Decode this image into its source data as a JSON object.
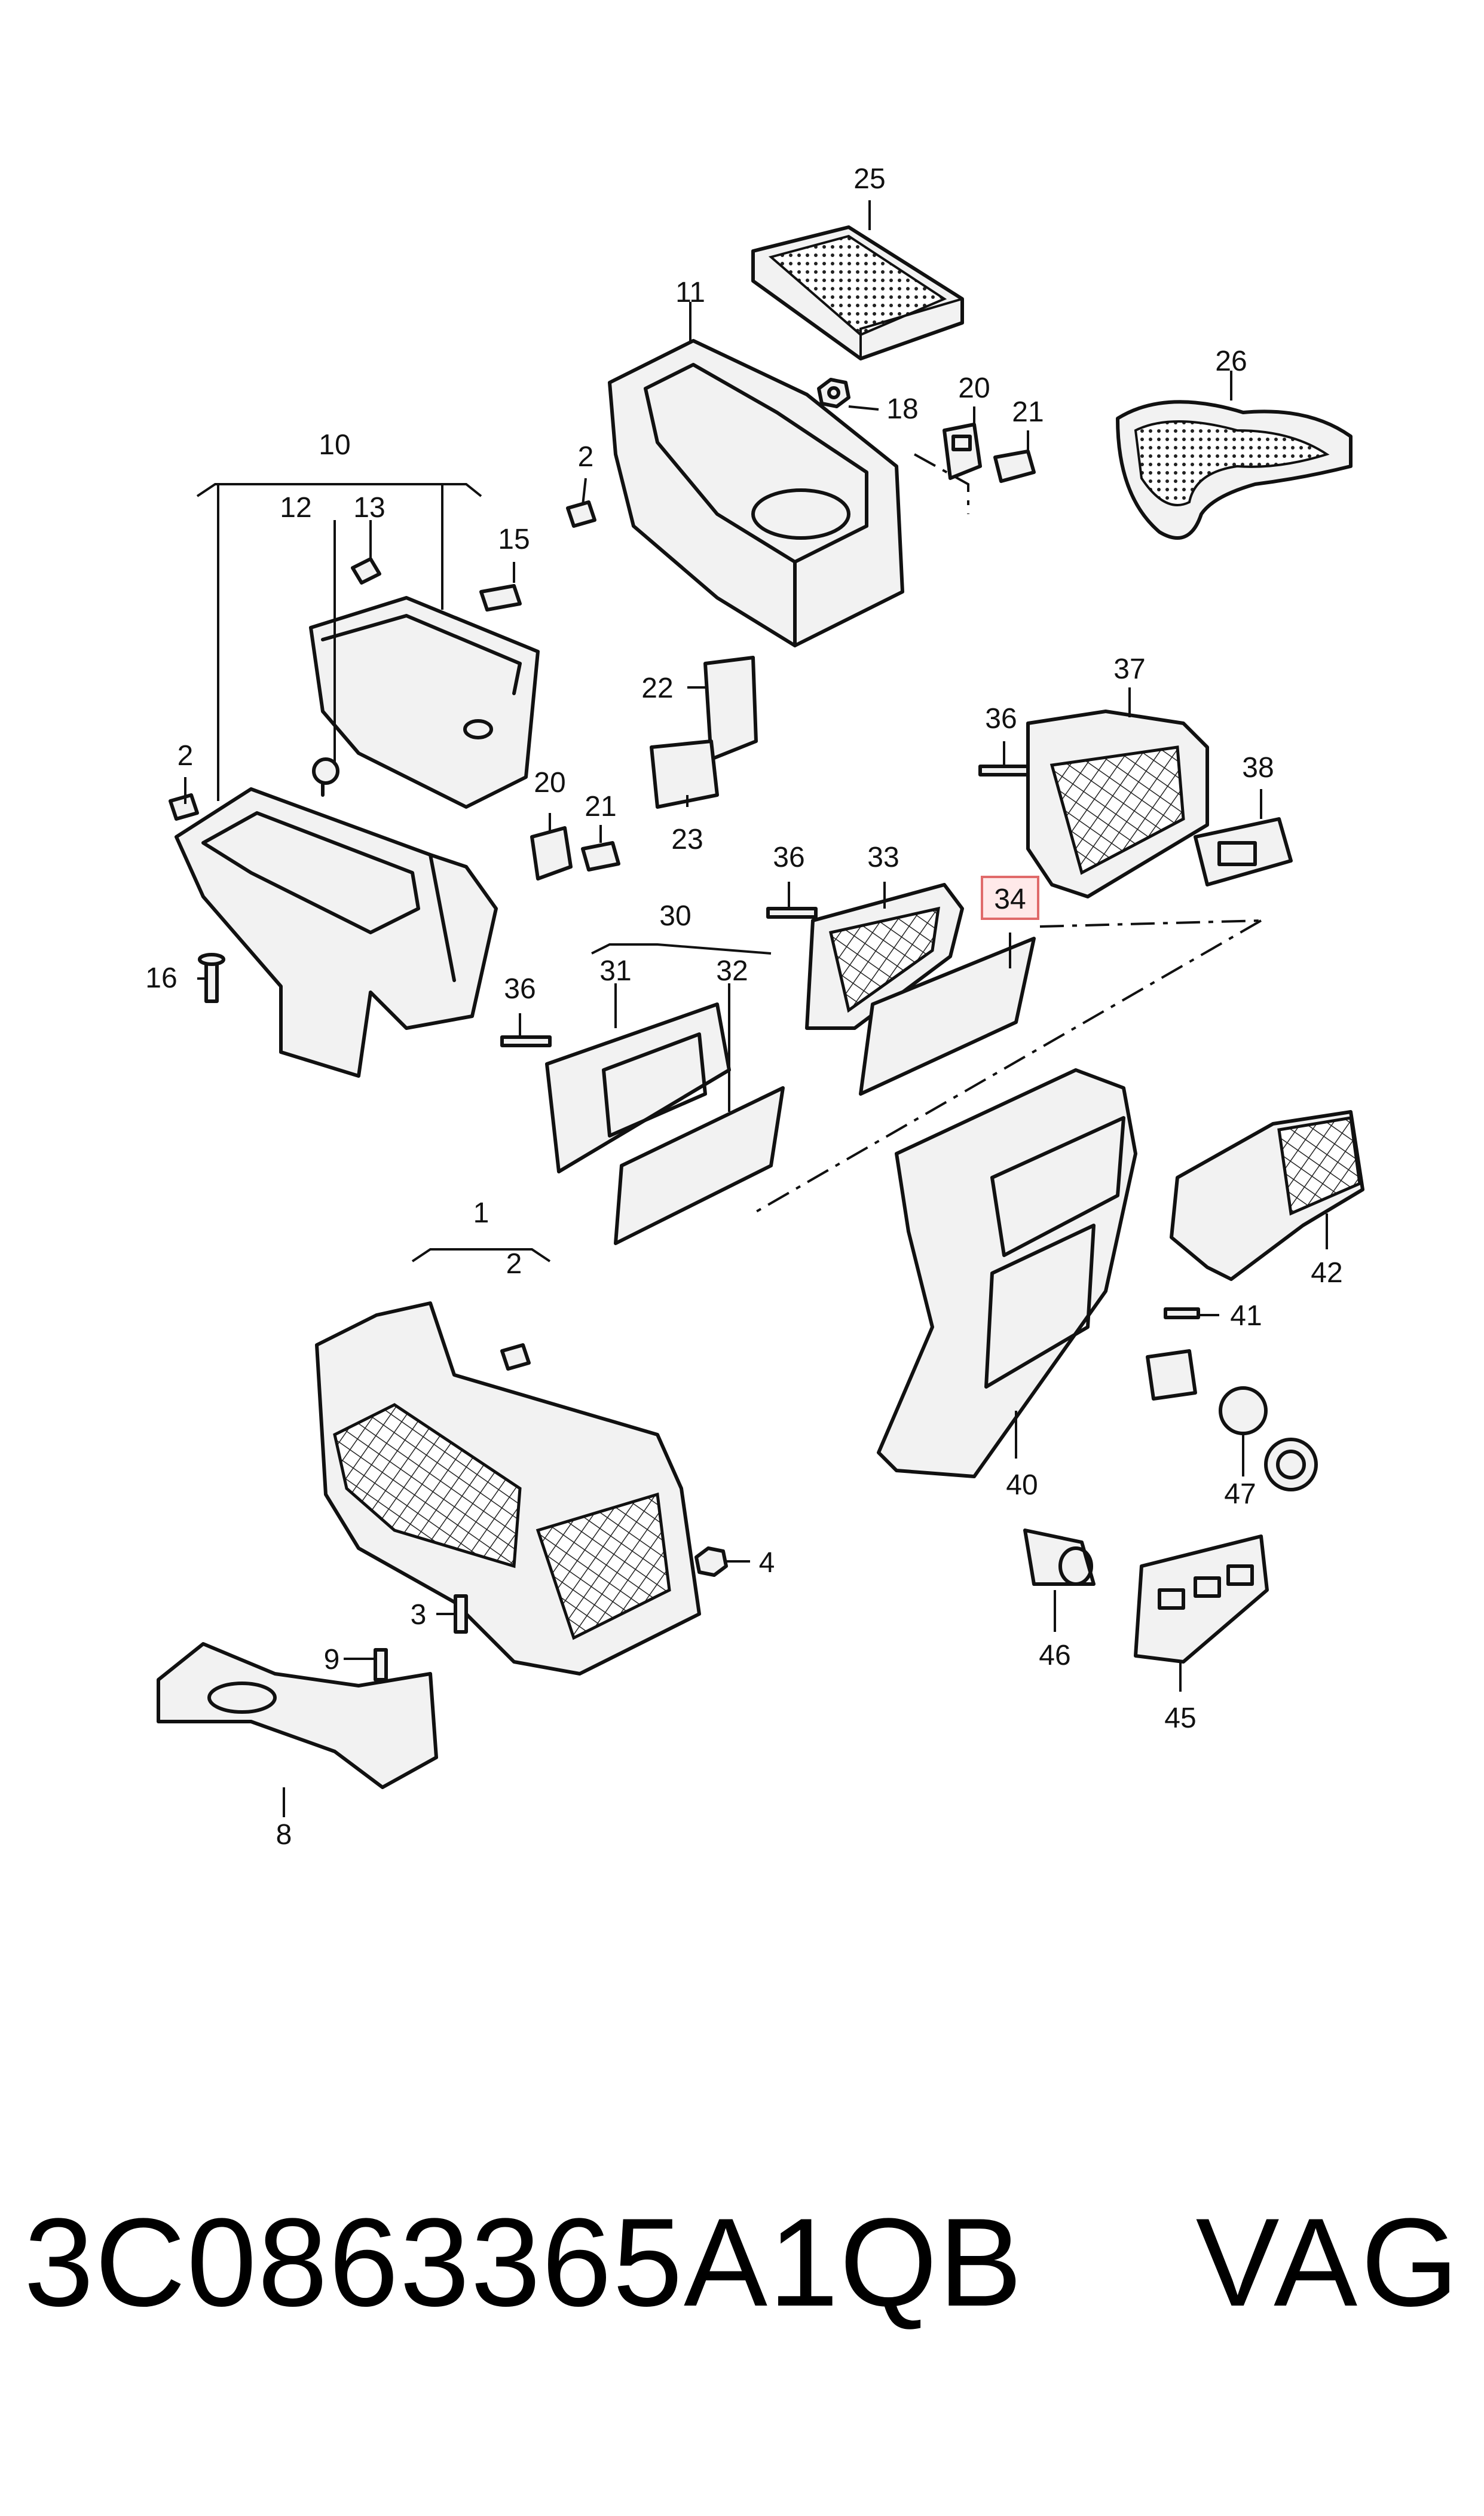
{
  "callouts": [
    "25",
    "11",
    "18",
    "20",
    "21",
    "26",
    "2",
    "10",
    "12",
    "13",
    "15",
    "22",
    "37",
    "36",
    "38",
    "2",
    "20",
    "21",
    "23",
    "36",
    "33",
    "34",
    "16",
    "30",
    "31",
    "32",
    "36",
    "1",
    "2",
    "42",
    "41",
    "47",
    "40",
    "4",
    "3",
    "9",
    "8",
    "46",
    "45"
  ],
  "highlighted_callout": "34",
  "footer": {
    "part_number": "3C0863365A1QB",
    "brand": "VAG"
  }
}
